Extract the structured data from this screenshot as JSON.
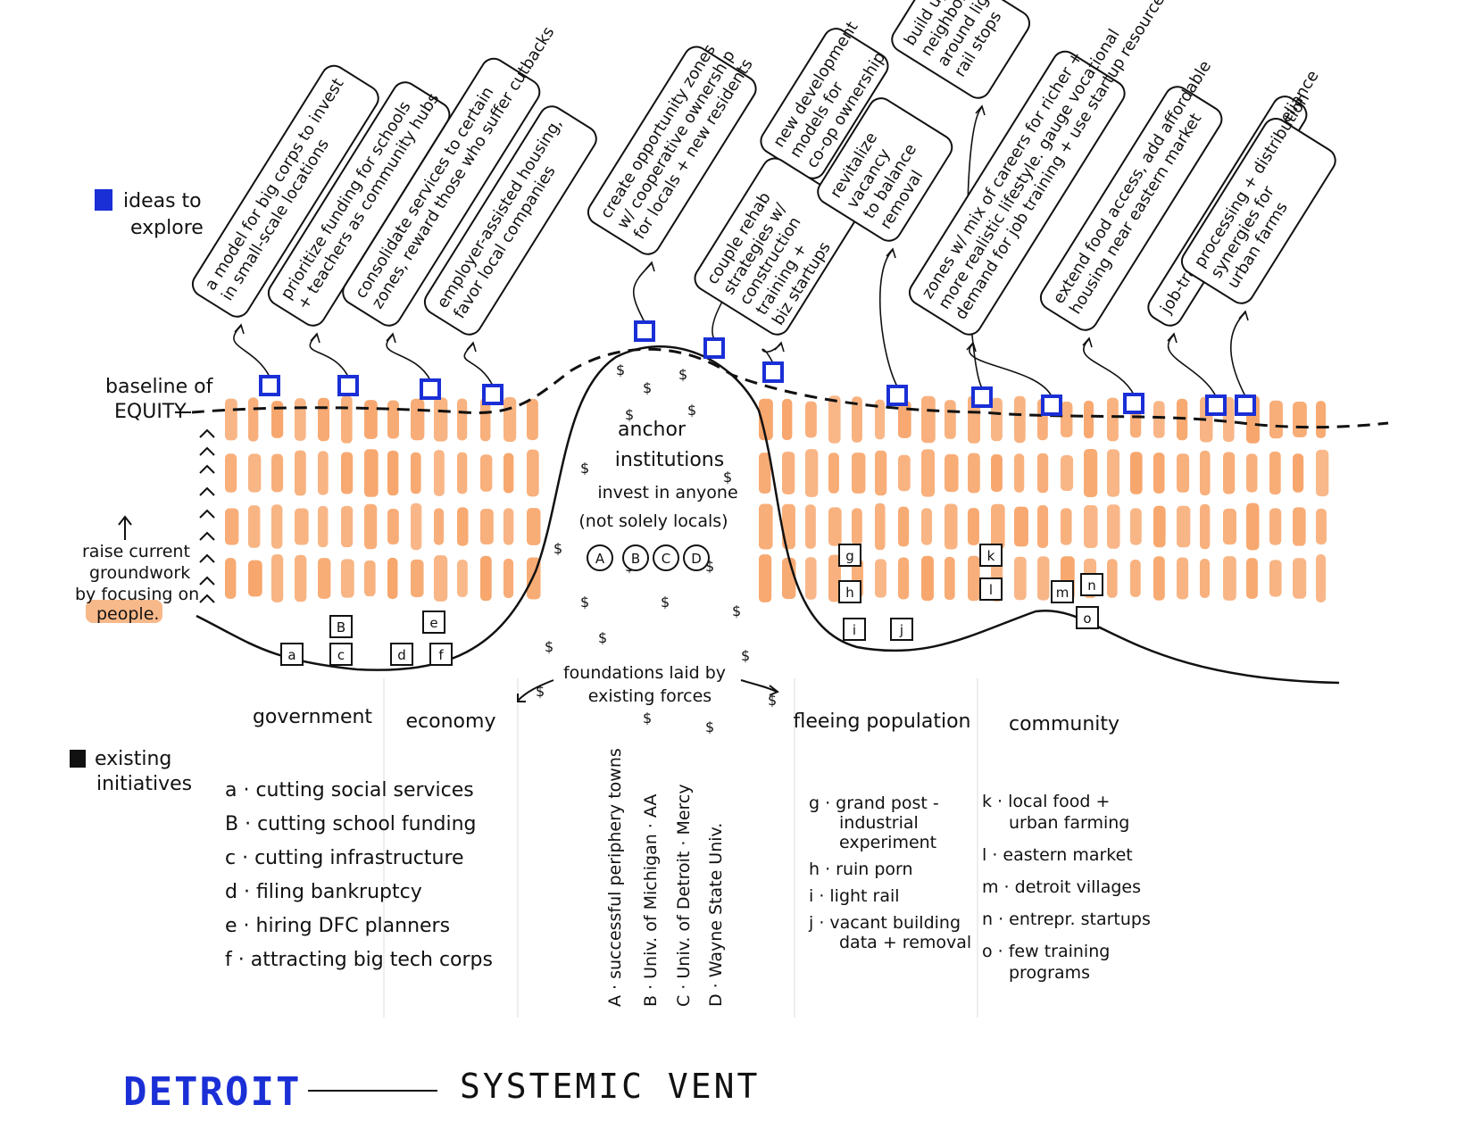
{
  "title": {
    "place": "DETROIT",
    "subtitle": "SYSTEMIC VENT"
  },
  "legend": {
    "ideas_label_1": "ideas to",
    "ideas_label_2": "explore",
    "existing_label_1": "existing",
    "existing_label_2": "initiatives",
    "ideas_color": "#1a2fd6",
    "existing_color": "#111111"
  },
  "baseline": {
    "line1": "baseline of",
    "line2": "EQUITY"
  },
  "raise": {
    "line1": "raise current",
    "line2": "groundwork",
    "line3": "by focusing on",
    "line4": "people."
  },
  "anchor": {
    "title_1": "anchor",
    "title_2": "institutions",
    "sub_1": "invest in anyone",
    "sub_2": "(not solely locals)",
    "markers": [
      "A",
      "B",
      "C",
      "D"
    ]
  },
  "foundations": {
    "line1": "foundations laid by",
    "line2": "existing forces"
  },
  "sectors": [
    "government",
    "economy",
    "fleeing population",
    "community"
  ],
  "ideas": [
    {
      "line1": "a model for big corps to invest",
      "line2": "in small-scale locations"
    },
    {
      "line1": "prioritize funding for schools",
      "line2": "+ teachers as community hubs"
    },
    {
      "line1": "consolidate services to certain",
      "line2": "zones, reward those who suffer cutbacks"
    },
    {
      "line1": "employer-assisted housing,",
      "line2": "favor local companies"
    },
    {
      "line1": "create opportunity zones",
      "line2": "w/ cooperative ownership",
      "line3": "for locals + new residents"
    },
    {
      "line1": "new development",
      "line2": "models for",
      "line3": "co-op ownership"
    },
    {
      "line1": "couple rehab",
      "line2": "strategies w/",
      "line3": "construction",
      "line4": "training +",
      "line5": "biz startups"
    },
    {
      "line1": "revitalize",
      "line2": "vacancy",
      "line3": "to balance",
      "line4": "removal"
    },
    {
      "line1": "build up",
      "line2": "neighborhoods",
      "line3": "around light",
      "line4": "rail stops"
    },
    {
      "line1": "zones w/ mix of careers for richer +",
      "line2": "more realistic lifestyle. gauge vocational",
      "line3": "demand for job training + use startup resources"
    },
    {
      "line1": "extend food access, add affordable",
      "line2": "housing near eastern market"
    },
    {
      "line1": "job-training to support self-reliance"
    },
    {
      "line1": "processing + distribution",
      "line2": "synergies for",
      "line3": "urban farms"
    }
  ],
  "existing_markers": {
    "left": [
      "B",
      "e",
      "a",
      "c",
      "d",
      "f"
    ],
    "right": [
      "g",
      "h",
      "i",
      "j",
      "k",
      "l",
      "m",
      "n",
      "o"
    ]
  },
  "government_list": [
    "a · cutting social services",
    "B · cutting school funding",
    "c · cutting infrastructure",
    "d · filing bankruptcy",
    "e · hiring DFC planners",
    "f · attracting big tech corps"
  ],
  "anchor_list": [
    "A · successful periphery towns",
    "B · Univ. of Michigan · AA",
    "C · Univ. of Detroit · Mercy",
    "D · Wayne State Univ."
  ],
  "fleeing_list": [
    [
      "g · grand post -",
      "industrial",
      "experiment"
    ],
    [
      "h · ruin porn"
    ],
    [
      "i · light rail"
    ],
    [
      "j · vacant building",
      "data + removal"
    ]
  ],
  "community_list": [
    [
      "k · local food +",
      "urban farming"
    ],
    [
      "l · eastern market"
    ],
    [
      "m · detroit villages"
    ],
    [
      "n · entrepr. startups"
    ],
    [
      "o · few training",
      "programs"
    ]
  ]
}
